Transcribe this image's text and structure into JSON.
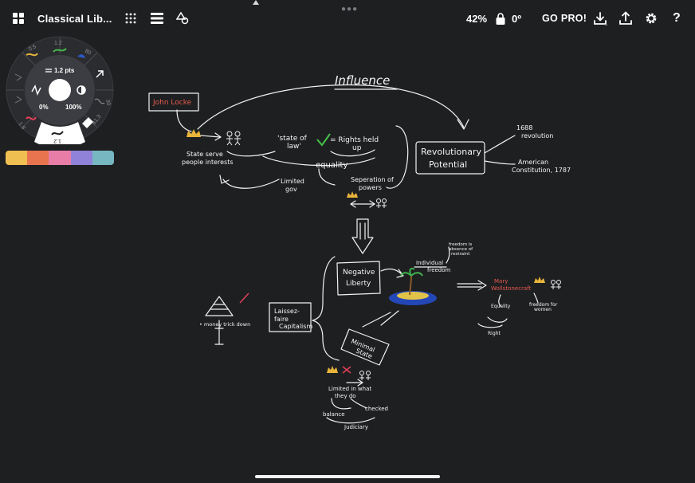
{
  "app": {
    "document_title": "Classical Lib...",
    "zoom": "42%",
    "rotation": "0º",
    "go_pro": "GO PRO!"
  },
  "toolbar_left": {
    "icons": [
      "grid-icon",
      "dots-grid-icon",
      "layers-icon",
      "shapes-icon"
    ]
  },
  "toolbar_right": {
    "icons": [
      "lock-icon",
      "download-icon",
      "share-icon",
      "gear-icon",
      "help-icon"
    ],
    "help_glyph": "?"
  },
  "brush_wheel": {
    "size_readout": "1.2 pts",
    "opacity_min": "0%",
    "opacity_max": "100%",
    "presets": [
      "0.5",
      "1.2",
      "80",
      "30",
      "41.3",
      "1.2",
      "1.8"
    ]
  },
  "colors": [
    "#f0bf52",
    "#e8744f",
    "#e87ea8",
    "#8f82d8",
    "#77b7c2"
  ],
  "sketch_text": {
    "influence": "Influence",
    "john_locke": "John Locke",
    "state_serve_1": "State serve",
    "state_serve_2": "people interests",
    "state_of_law_1": "'state of",
    "state_of_law_2": "law'",
    "rights_1": "= Rights held",
    "rights_2": "up",
    "equality": "equality",
    "limited_1": "Limited",
    "limited_2": "gov",
    "separation_1": "Seperation of",
    "separation_2": "powers",
    "revolutionary_1": "Revolutionary",
    "revolutionary_2": "Potential",
    "revolution_1688_1": "1688",
    "revolution_1688_2": "revolution",
    "american_1": "American",
    "american_2": "Constitution, 1787",
    "negative_1": "Negative",
    "negative_2": "Liberty",
    "individual_1": "Individual",
    "individual_2": "freedom",
    "freedom_absence_1": "freedom is",
    "freedom_absence_2": "absence of",
    "freedom_absence_3": "restraint",
    "mary_1": "Mary",
    "mary_2": "Wollstonecraft",
    "equality_small": "Equality",
    "freedom_women_1": "freedom for",
    "freedom_women_2": "women",
    "rights_small": "Right",
    "laissez_1": "Laissez-",
    "laissez_2": "faire",
    "laissez_3": "Capitalism",
    "money_trickle": "• money trick down",
    "minimal_1": "Minimal",
    "minimal_2": "State",
    "limited_in_what_1": "Limited in what",
    "limited_in_what_2": "they do",
    "checked": "checked",
    "balance": "balance",
    "judiciary": "Judiciary"
  }
}
